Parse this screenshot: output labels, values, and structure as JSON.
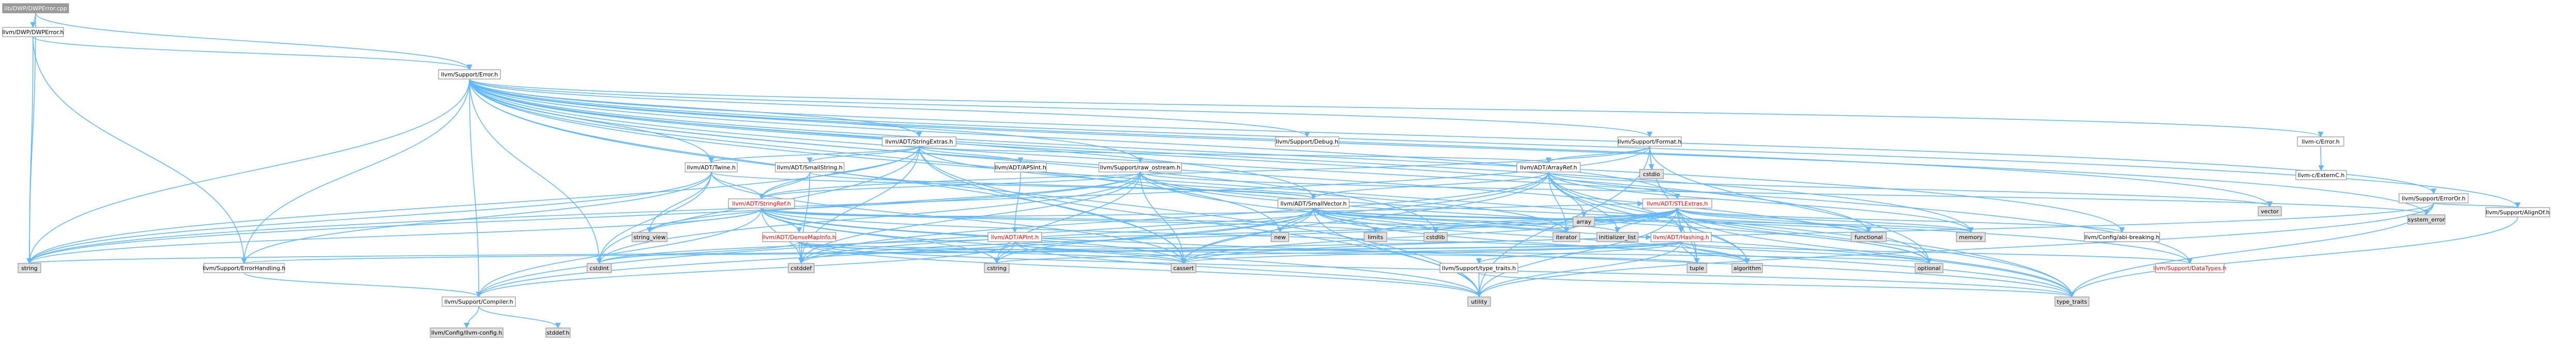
{
  "colors": {
    "edge": "#63b8ff",
    "node_fill": "#ffffff",
    "node_border": "#999999",
    "external_fill": "#e0e0e0",
    "root_fill": "#999999",
    "root_text": "#ffffff",
    "red_text": "#ff0000"
  },
  "nodes": [
    {
      "id": "root",
      "label": "lib/DWP/DWPError.cpp",
      "kind": "root"
    },
    {
      "id": "dwperr",
      "label": "llvm/DWP/DWPError.h",
      "kind": "normal"
    },
    {
      "id": "error",
      "label": "llvm/Support/Error.h",
      "kind": "normal"
    },
    {
      "id": "strext",
      "label": "llvm/ADT/StringExtras.h",
      "kind": "normal"
    },
    {
      "id": "debug",
      "label": "llvm/Support/Debug.h",
      "kind": "normal"
    },
    {
      "id": "format",
      "label": "llvm/Support/Format.h",
      "kind": "normal"
    },
    {
      "id": "cerror",
      "label": "llvm-c/Error.h",
      "kind": "normal"
    },
    {
      "id": "cextc",
      "label": "llvm-c/ExternC.h",
      "kind": "normal"
    },
    {
      "id": "errorOr",
      "label": "llvm/Support/ErrorOr.h",
      "kind": "normal"
    },
    {
      "id": "alignof",
      "label": "llvm/Support/AlignOf.h",
      "kind": "normal"
    },
    {
      "id": "twine",
      "label": "llvm/ADT/Twine.h",
      "kind": "normal"
    },
    {
      "id": "smallstr",
      "label": "llvm/ADT/SmallString.h",
      "kind": "normal"
    },
    {
      "id": "apsint",
      "label": "llvm/ADT/APSInt.h",
      "kind": "normal"
    },
    {
      "id": "rawos",
      "label": "llvm/Support/raw_ostream.h",
      "kind": "normal"
    },
    {
      "id": "arrayref",
      "label": "llvm/ADT/ArrayRef.h",
      "kind": "normal"
    },
    {
      "id": "cstdio",
      "label": "cstdio",
      "kind": "external"
    },
    {
      "id": "stringref",
      "label": "llvm/ADT/StringRef.h",
      "kind": "red"
    },
    {
      "id": "smallvec",
      "label": "llvm/ADT/SmallVector.h",
      "kind": "normal"
    },
    {
      "id": "stlextras",
      "label": "llvm/ADT/STLExtras.h",
      "kind": "red"
    },
    {
      "id": "array",
      "label": "array",
      "kind": "external"
    },
    {
      "id": "vector",
      "label": "vector",
      "kind": "external"
    },
    {
      "id": "syserr",
      "label": "system_error",
      "kind": "external"
    },
    {
      "id": "stringview",
      "label": "string_view",
      "kind": "external"
    },
    {
      "id": "densemap",
      "label": "llvm/ADT/DenseMapInfo.h",
      "kind": "red"
    },
    {
      "id": "apint",
      "label": "llvm/ADT/APInt.h",
      "kind": "red"
    },
    {
      "id": "hashing",
      "label": "llvm/ADT/Hashing.h",
      "kind": "red"
    },
    {
      "id": "new",
      "label": "new",
      "kind": "external"
    },
    {
      "id": "limits",
      "label": "limits",
      "kind": "external"
    },
    {
      "id": "cstdlib",
      "label": "cstdlib",
      "kind": "external"
    },
    {
      "id": "iterator",
      "label": "iterator",
      "kind": "external"
    },
    {
      "id": "initlist",
      "label": "initializer_list",
      "kind": "external"
    },
    {
      "id": "functional",
      "label": "functional",
      "kind": "external"
    },
    {
      "id": "memory",
      "label": "memory",
      "kind": "external"
    },
    {
      "id": "cfgabi",
      "label": "llvm/Config/abi-breaking.h",
      "kind": "normal"
    },
    {
      "id": "string",
      "label": "string",
      "kind": "external"
    },
    {
      "id": "errhandling",
      "label": "llvm/Support/ErrorHandling.h",
      "kind": "normal"
    },
    {
      "id": "cstdint",
      "label": "cstdint",
      "kind": "external"
    },
    {
      "id": "cstddef",
      "label": "cstddef",
      "kind": "external"
    },
    {
      "id": "cstring",
      "label": "cstring",
      "kind": "external"
    },
    {
      "id": "cassert",
      "label": "cassert",
      "kind": "external"
    },
    {
      "id": "typetraitsh",
      "label": "llvm/Support/type_traits.h",
      "kind": "normal"
    },
    {
      "id": "tuple",
      "label": "tuple",
      "kind": "external"
    },
    {
      "id": "algorithm",
      "label": "algorithm",
      "kind": "external"
    },
    {
      "id": "optional",
      "label": "optional",
      "kind": "external"
    },
    {
      "id": "datatypes",
      "label": "llvm/Support/DataTypes.h",
      "kind": "red"
    },
    {
      "id": "compiler",
      "label": "llvm/Support/Compiler.h",
      "kind": "normal"
    },
    {
      "id": "utility",
      "label": "utility",
      "kind": "external"
    },
    {
      "id": "typetraits",
      "label": "type_traits",
      "kind": "external"
    },
    {
      "id": "cfgllvm",
      "label": "llvm/Config/llvm-config.h",
      "kind": "external"
    },
    {
      "id": "stddef",
      "label": "stddef.h",
      "kind": "external"
    }
  ]
}
